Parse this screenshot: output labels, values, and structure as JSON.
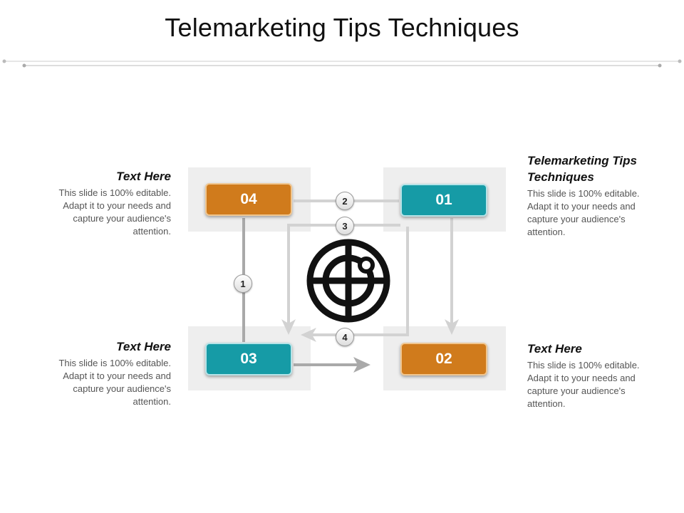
{
  "title": "Telemarketing Tips Techniques",
  "colors": {
    "orange": "#d07b1c",
    "teal": "#169ba6",
    "panel": "#eeeeee",
    "arrow": "#cfcfcf",
    "arrow_dark": "#a9a9a9"
  },
  "boxes": {
    "b01": "01",
    "b02": "02",
    "b03": "03",
    "b04": "04"
  },
  "badges": {
    "n1": "1",
    "n2": "2",
    "n3": "3",
    "n4": "4"
  },
  "center_icon": "target-icon",
  "text_blocks": {
    "top_left": {
      "heading": "Text Here",
      "body": "This slide is 100% editable. Adapt it to your needs and capture your audience's attention."
    },
    "top_right": {
      "heading": "Telemarketing Tips Techniques",
      "body": "This slide is 100% editable. Adapt it to your needs and capture your audience's attention."
    },
    "bottom_left": {
      "heading": "Text Here",
      "body": "This slide is 100% editable. Adapt it to your needs and capture your audience's attention."
    },
    "bottom_right": {
      "heading": "Text Here",
      "body": "This slide is 100% editable. Adapt it to your needs and capture your audience's attention."
    }
  }
}
